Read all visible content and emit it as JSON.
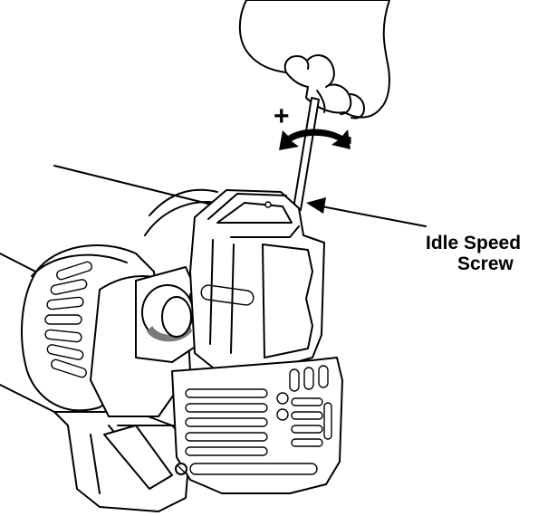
{
  "callout": {
    "line1": "Idle Speed",
    "line2": "Screw"
  },
  "adjust": {
    "increase_symbol": "+",
    "decrease_symbol": "-"
  },
  "colors": {
    "ink": "#000000",
    "background": "#ffffff",
    "shading": "#7a7a7a"
  },
  "icons": {
    "rotation": "double-headed-curved-arrow",
    "pointer": "arrow-left"
  }
}
